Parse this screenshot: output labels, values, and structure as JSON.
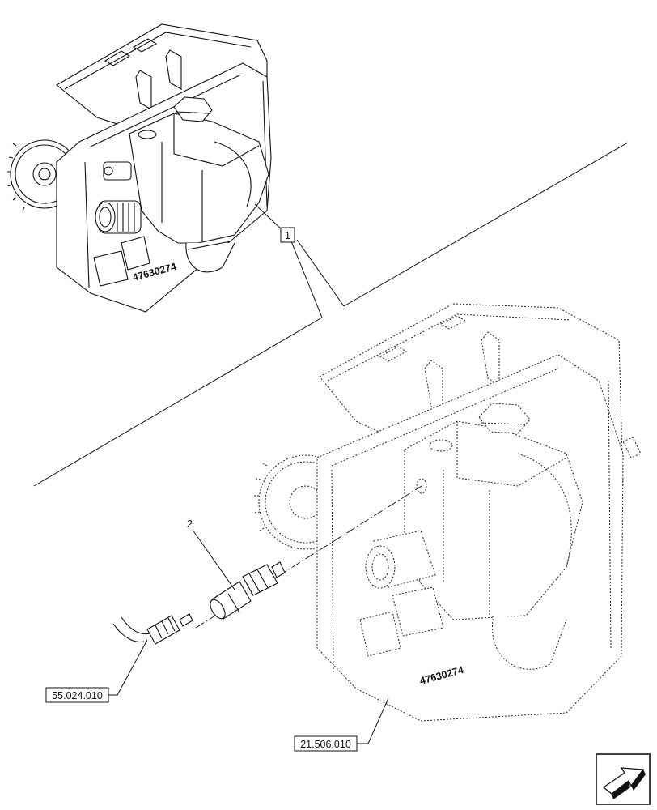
{
  "callouts": {
    "item_1": "1",
    "item_2": "2",
    "ref_sensor_cable": "55.024.010",
    "ref_housing": "21.506.010"
  },
  "housing_marking": {
    "line_1": "47630274"
  },
  "icons": {
    "nav": "next-page-arrow-icon"
  }
}
